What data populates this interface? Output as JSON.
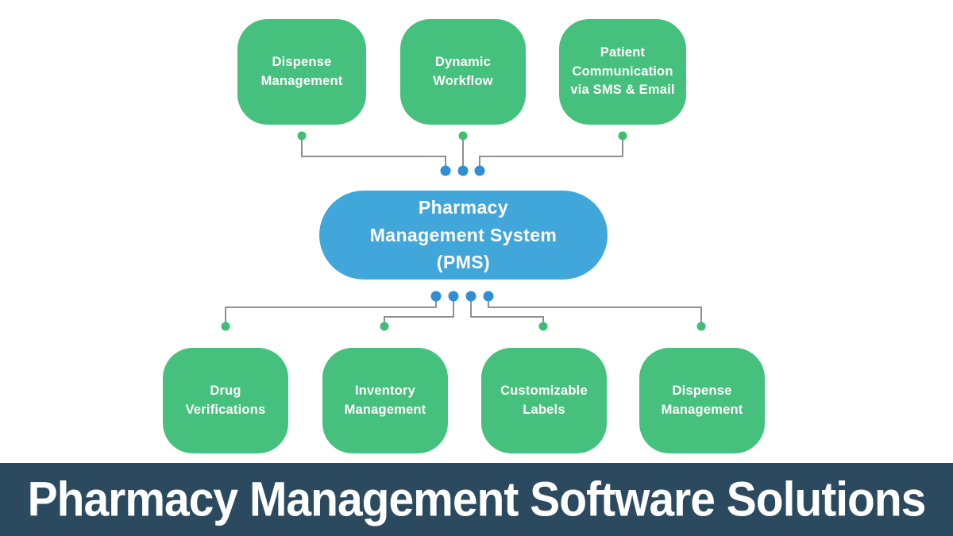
{
  "diagram": {
    "center_node": {
      "lines": [
        "Pharmacy",
        "Management System",
        "(PMS)"
      ],
      "label": "Pharmacy Management System (PMS)"
    },
    "top_nodes": [
      {
        "lines": [
          "Dispense",
          "Management"
        ],
        "label": "Dispense Management"
      },
      {
        "lines": [
          "Dynamic",
          "Workflow"
        ],
        "label": "Dynamic Workflow"
      },
      {
        "lines": [
          "Patient",
          "Communication",
          "via SMS & Email"
        ],
        "label": "Patient Communication via SMS & Email"
      }
    ],
    "bottom_nodes": [
      {
        "lines": [
          "Drug",
          "Verifications"
        ],
        "label": "Drug Verifications"
      },
      {
        "lines": [
          "Inventory",
          "Management"
        ],
        "label": "Inventory Management"
      },
      {
        "lines": [
          "Customizable",
          "Labels"
        ],
        "label": "Customizable Labels"
      },
      {
        "lines": [
          "Dispense",
          "Management"
        ],
        "label": "Dispense Management"
      }
    ],
    "colors": {
      "node_green": "#45c17d",
      "center_blue": "#41a7db",
      "dot_green": "#3fbe78",
      "dot_blue": "#2e8fd6",
      "line_gray": "#8f8f8f",
      "background": "#ffffff"
    }
  },
  "banner": {
    "title": "Pharmacy Management Software Solutions",
    "background": "#2c4a5f",
    "text_color": "#ffffff"
  }
}
